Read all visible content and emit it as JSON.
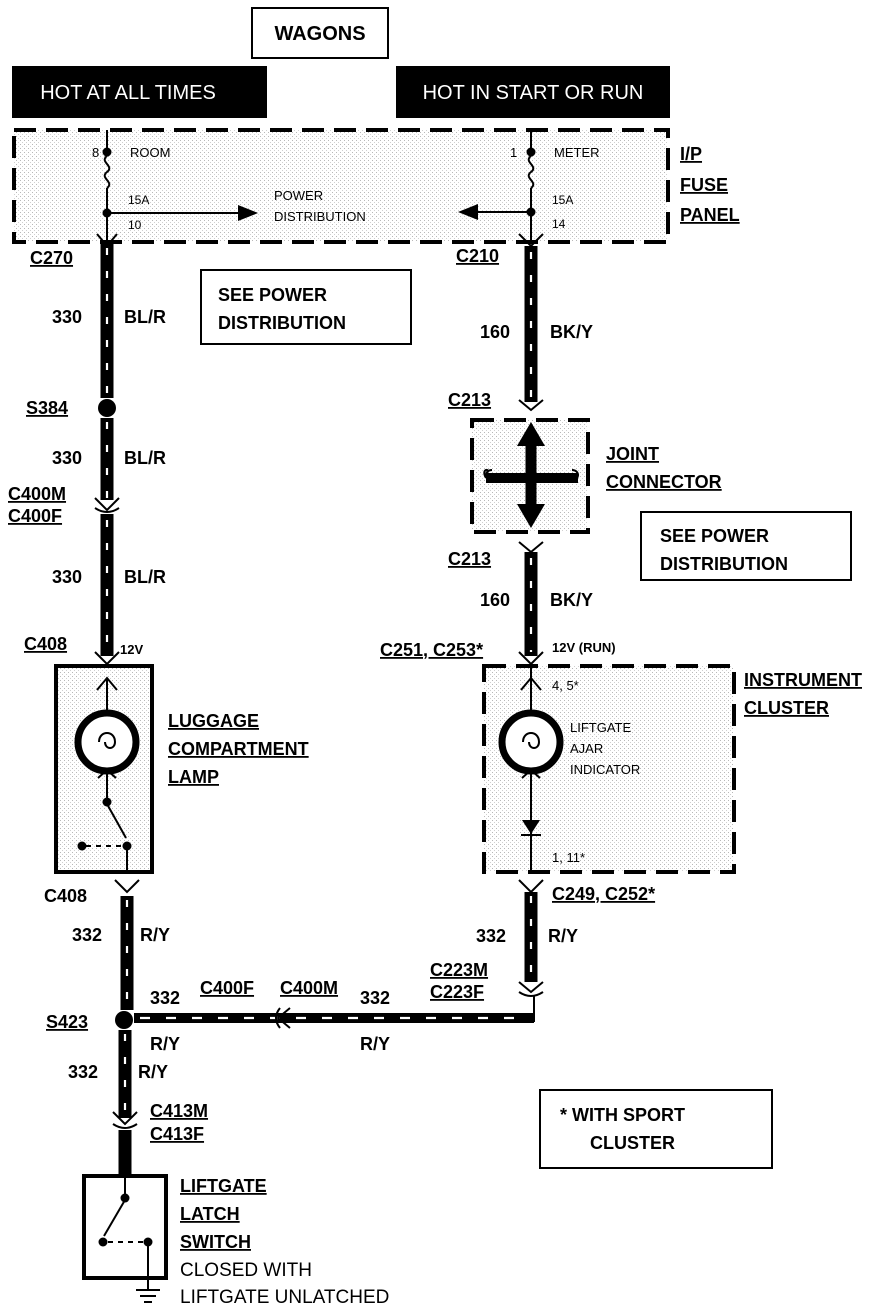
{
  "title": "WAGONS",
  "power_labels": {
    "left": "HOT AT ALL TIMES",
    "right": "HOT IN START OR RUN"
  },
  "fuse_panel": {
    "name": "I/P FUSE PANEL",
    "name_lines": [
      "I/P",
      "FUSE",
      "PANEL"
    ],
    "power_distribution_lines": [
      "POWER",
      "DISTRIBUTION"
    ],
    "left_fuse": {
      "input_pin": "8",
      "name": "ROOM",
      "rating": "15A",
      "output_pin": "10"
    },
    "right_fuse": {
      "input_pin": "1",
      "name": "METER",
      "rating": "15A",
      "output_pin": "14"
    }
  },
  "notes": {
    "see_power_1": [
      "SEE POWER",
      "DISTRIBUTION"
    ],
    "see_power_2": [
      "SEE POWER",
      "DISTRIBUTION"
    ],
    "sport_cluster": [
      "*  WITH SPORT",
      "CLUSTER"
    ]
  },
  "left_circuit": {
    "c270": "C270",
    "wire_num": "330",
    "wire_color": "BL/R",
    "s384": "S384",
    "c400m": "C400M",
    "c400f": "C400F",
    "c408_top": "C408",
    "voltage": "12V",
    "lamp_lines": [
      "LUGGAGE",
      "COMPARTMENT",
      "LAMP"
    ],
    "c408_bottom": "C408",
    "wire2_num": "332",
    "wire2_color": "R/Y",
    "s423": "S423",
    "c413m": "C413M",
    "c413f": "C413F",
    "switch_lines": [
      "LIFTGATE",
      "LATCH",
      "SWITCH"
    ],
    "switch_note_lines": [
      "CLOSED WITH",
      "LIFTGATE UNLATCHED"
    ]
  },
  "right_circuit": {
    "c210": "C210",
    "wire_num": "160",
    "wire_color": "BK/Y",
    "c213": "C213",
    "joint_lines": [
      "JOINT",
      "CONNECTOR"
    ],
    "c251": "C251, C253*",
    "voltage": "12V (RUN)",
    "cluster_lines": [
      "INSTRUMENT",
      "CLUSTER"
    ],
    "pin_top": "4, 5*",
    "indicator_lines": [
      "LIFTGATE",
      "AJAR",
      "INDICATOR"
    ],
    "pin_bottom": "1, 11*",
    "c249": "C249, C252*",
    "wire2_num": "332",
    "wire2_color": "R/Y",
    "c223m": "C223M",
    "c223f": "C223F"
  },
  "bottom_wire": {
    "num": "332",
    "color": "R/Y",
    "c400f": "C400F",
    "c400m": "C400M"
  }
}
